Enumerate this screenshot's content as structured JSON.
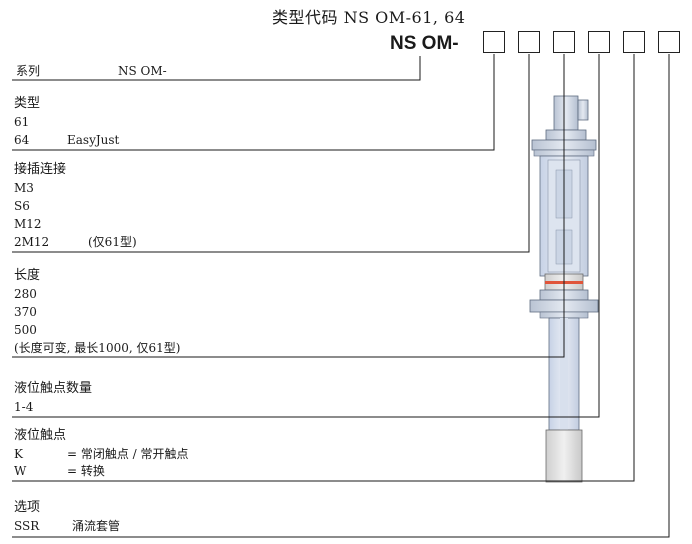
{
  "header": {
    "title": "类型代码 NS OM-61, 64",
    "code_prefix": "NS OM-"
  },
  "sections": {
    "series": {
      "label": "系列",
      "value": "NS OM-"
    },
    "type": {
      "heading": "类型",
      "items": [
        "61",
        "64"
      ],
      "item_64_note": "EasyJust"
    },
    "connector": {
      "heading": "接插连接",
      "items": [
        "M3",
        "S6",
        "M12",
        "2M12"
      ],
      "item_2m12_note": "(仅61型)"
    },
    "length": {
      "heading": "长度",
      "items": [
        "280",
        "370",
        "500"
      ],
      "note": "(长度可变, 最长1000, 仅61型)"
    },
    "contacts": {
      "heading": "液位触点数量",
      "value": "1-4"
    },
    "contact_type": {
      "heading": "液位触点",
      "k_code": "K",
      "k_desc": "= 常闭触点 / 常开触点",
      "w_code": "W",
      "w_desc": "= 转换"
    },
    "options": {
      "heading": "选项",
      "code": "SSR",
      "desc": "涌流套管"
    }
  }
}
